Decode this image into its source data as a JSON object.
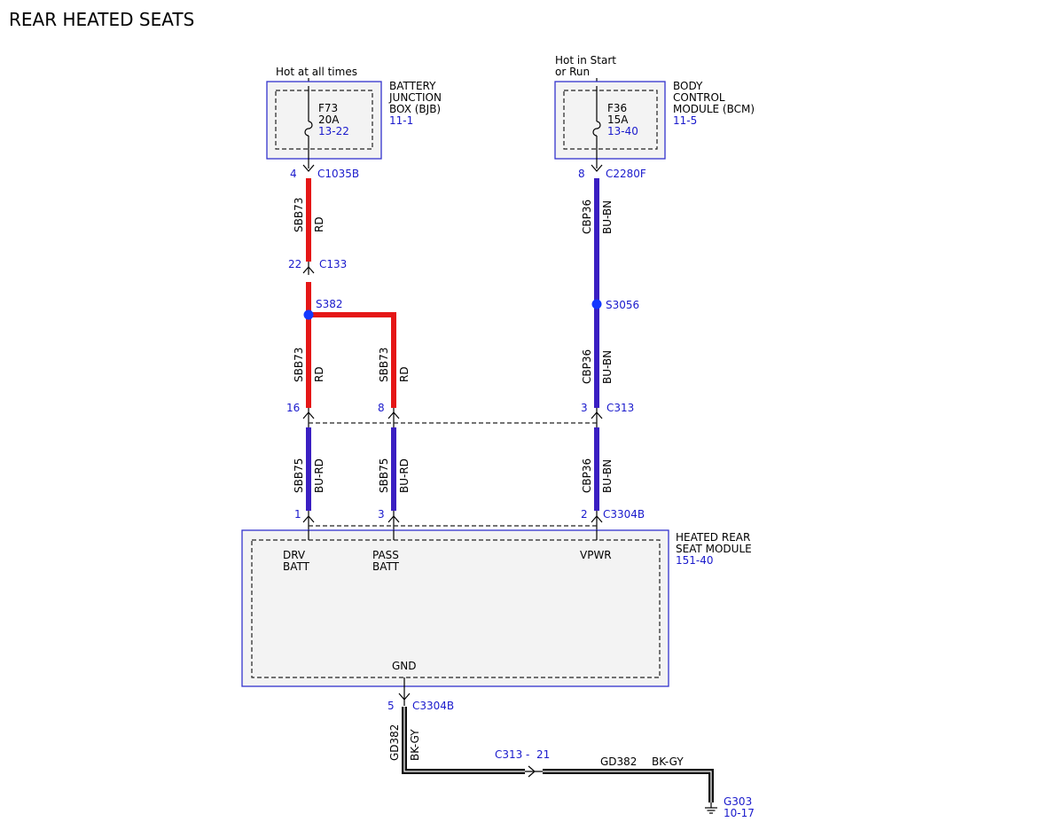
{
  "title": "REAR HEATED SEATS",
  "bjb": {
    "supply": "Hot at all times",
    "name": [
      "BATTERY",
      "JUNCTION",
      "BOX (BJB)"
    ],
    "ref": "11-1",
    "fuse": "F73",
    "rating": "20A",
    "fuse_ref": "13-22"
  },
  "bcm": {
    "supply": [
      "Hot in Start",
      "or Run"
    ],
    "name": [
      "BODY",
      "CONTROL",
      "MODULE (BCM)"
    ],
    "ref": "11-5",
    "fuse": "F36",
    "rating": "15A",
    "fuse_ref": "13-40"
  },
  "connectors": {
    "c1035b": {
      "pin": "4",
      "name": "C1035B"
    },
    "c2280f": {
      "pin": "8",
      "name": "C2280F"
    },
    "c133": {
      "pin": "22",
      "name": "C133"
    },
    "c313_drv": {
      "pin": "16"
    },
    "c313_pass": {
      "pin": "8"
    },
    "c313_vpwr": {
      "pin": "3",
      "name": "C313"
    },
    "c3304b_drv": {
      "pin": "1"
    },
    "c3304b_pass": {
      "pin": "3"
    },
    "c3304b_vpwr": {
      "pin": "2",
      "name": "C3304B"
    },
    "c3304b_gnd": {
      "pin": "5",
      "name": "C3304B"
    },
    "c313_gnd": {
      "name": "C313",
      "sep": "-",
      "pin": "21"
    }
  },
  "splices": {
    "s382": "S382",
    "s3056": "S3056"
  },
  "wires": {
    "sbb73": {
      "circuit": "SBB73",
      "color": "RD"
    },
    "cbp36": {
      "circuit": "CBP36",
      "color": "BU-BN"
    },
    "sbb75": {
      "circuit": "SBB75",
      "color": "BU-RD"
    },
    "gd382": {
      "circuit": "GD382",
      "color": "BK-GY"
    }
  },
  "module": {
    "name": [
      "HEATED REAR",
      "SEAT MODULE"
    ],
    "ref": "151-40",
    "pins": {
      "drv": [
        "DRV",
        "BATT"
      ],
      "pass": [
        "PASS",
        "BATT"
      ],
      "vpwr": "VPWR",
      "gnd": "GND"
    }
  },
  "ground": {
    "name": "G303",
    "ref": "10-17"
  },
  "colors": {
    "red_wire": "#e51616",
    "blue_wire": "#3a1fc2",
    "black_wire": "#111111",
    "label_blue": "#1a1acc",
    "box_border": "#3333cc",
    "splice_dot": "#1438ff"
  }
}
